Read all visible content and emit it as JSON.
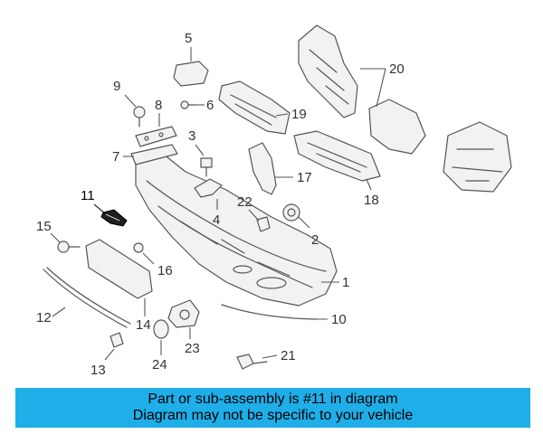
{
  "diagram": {
    "highlight_part": "11",
    "callouts": [
      "1",
      "2",
      "3",
      "4",
      "5",
      "6",
      "7",
      "8",
      "9",
      "10",
      "11",
      "12",
      "13",
      "14",
      "15",
      "16",
      "17",
      "18",
      "19",
      "20",
      "21",
      "22",
      "23",
      "24"
    ]
  },
  "banner": {
    "line1": "Part or sub-assembly is #11 in diagram",
    "line2": "Diagram may not be specific to your vehicle",
    "color": "#1faee8"
  }
}
